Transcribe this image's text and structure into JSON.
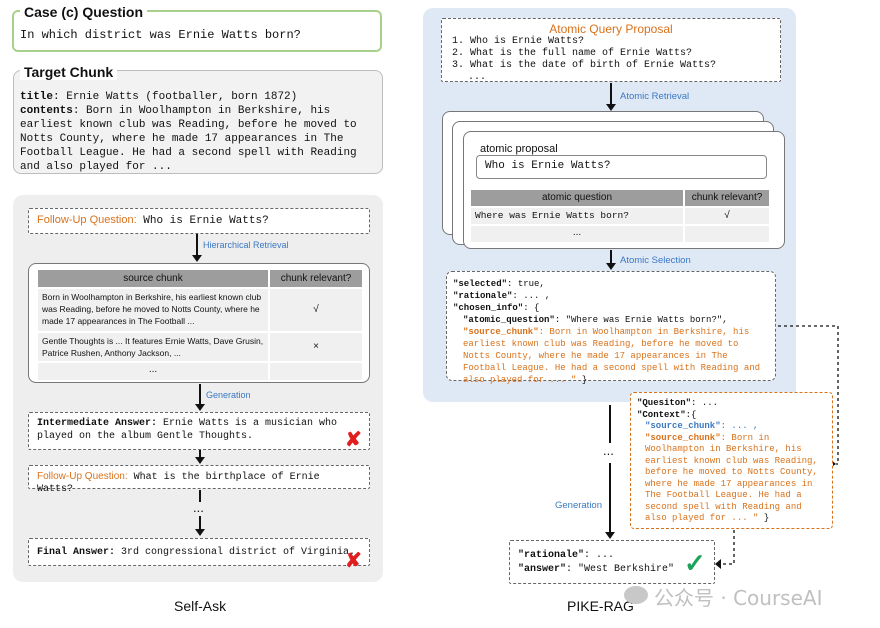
{
  "case": {
    "title": "Case (c) Question",
    "question": "In which district was Ernie Watts born?"
  },
  "target": {
    "title": "Target Chunk",
    "title_key": "title",
    "title_value": ": Ernie Watts (footballer, born 1872)",
    "contents_key": "contents",
    "contents_value": ": Born in Woolhampton in Berkshire, his earliest known club was Reading, before he moved to Notts County, where he made 17 appearances in The Football League. He had a second spell with Reading and also played for ..."
  },
  "selfask": {
    "fq1_label": "Follow-Up Question:",
    "fq1_text": " Who is Ernie Watts?",
    "retrieval_label": "Hierarchical Retrieval",
    "table_headers": [
      "source chunk",
      "chunk relevant?"
    ],
    "rows": [
      {
        "chunk": "Born in Woolhampton in Berkshire, his earliest known club was Reading, before he moved to Notts County, where he made 17 appearances in The Football ...",
        "relevant": "√"
      },
      {
        "chunk": "Gentle Thoughts is ... It features Ernie Watts, Dave Grusin, Patrice Rushen, Anthony Jackson, ...",
        "relevant": "×"
      },
      {
        "chunk": "...",
        "relevant": ""
      }
    ],
    "generation_label": "Generation",
    "ia_label": "Intermediate Answer:",
    "ia_text": " Ernie Watts is a musician who played on the album Gentle Thoughts.",
    "fq2_label": "Follow-Up Question:",
    "fq2_text": " What is the birthplace of Ernie Watts?",
    "ellipsis": "...",
    "fa_label": "Final Answer:",
    "fa_text": " 3rd congressional district of Virginia.",
    "wrong_mark": "✘",
    "caption": "Self-Ask"
  },
  "pike": {
    "aqp_title": "Atomic Query Proposal",
    "aqp_items": [
      "1. Who is Ernie Watts?",
      "2. What is the full name of Ernie Watts?",
      "3. What is the date of birth of Ernie Watts?",
      "   ..."
    ],
    "atomic_retrieval_label": "Atomic Retrieval",
    "proposal_label": "atomic proposal",
    "proposal_text": "Who is Ernie Watts?",
    "table_headers": [
      "atomic question",
      "chunk relevant?"
    ],
    "rows": [
      {
        "question": "Where was Ernie Watts born?",
        "relevant": "√"
      },
      {
        "question": "...",
        "relevant": ""
      }
    ],
    "atomic_selection_label": "Atomic Selection",
    "sel": {
      "selected_key": "\"selected\"",
      "selected_val": ": true,",
      "rationale_key": "\"rationale\"",
      "rationale_val": ": ... ,",
      "chosen_key": "\"chosen_info\"",
      "chosen_val": ": {",
      "aq_key": "\"atomic_question\"",
      "aq_val": ": \"Where was Ernie Watts born?\",",
      "sc_key": "\"source_chunk\"",
      "sc_val": ": Born in Woolhampton in Berkshire, his earliest known club was Reading, before he moved to Notts County, where he made 17 appearances in The Football League. He had a second spell with Reading and also played for ... \"",
      "close": " }"
    },
    "ctx": {
      "q_key": "\"Quesiton\"",
      "q_val": ": ...",
      "c_key": "\"Context\"",
      "c_val": ":{",
      "sc1_key": "\"source_chunk\"",
      "sc1_val": ": ... ,",
      "sc2_key": "\"source_chunk\"",
      "sc2_val": ": Born in Woolhampton in Berkshire, his earliest known club was Reading, before he moved to Notts County, where he made 17 appearances in The Football League. He had a second spell with Reading and also played for ... \"",
      "close": " }"
    },
    "ellipsis": "...",
    "generation_label": "Generation",
    "ans": {
      "rationale_key": "\"rationale\"",
      "rationale_val": ":  ...",
      "answer_key": "\"answer\"",
      "answer_val": ": \"West Berkshire\""
    },
    "check_mark": "✓",
    "caption": "PIKE-RAG"
  },
  "watermark": "公众号 · CourseAI",
  "colors": {
    "orange": "#d9721b",
    "blue": "#3b78c2",
    "green": "#a9d18e",
    "panel_blue": "#dfe9f6",
    "red": "#e02020",
    "check": "#1aa35a"
  }
}
